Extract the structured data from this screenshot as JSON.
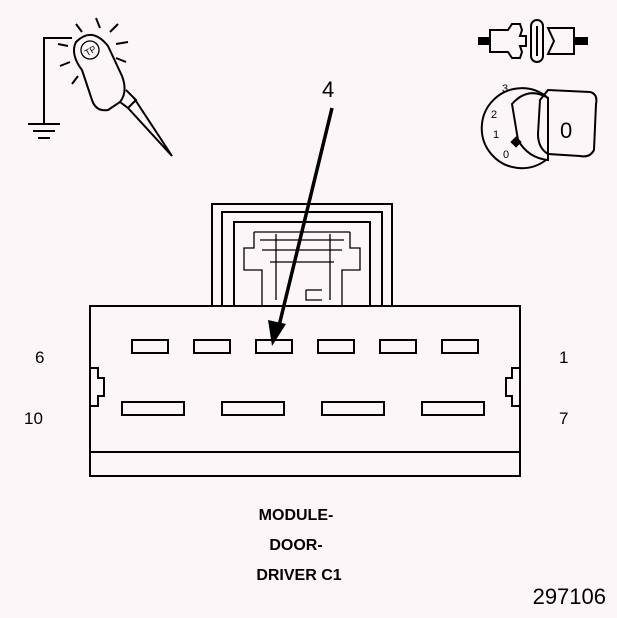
{
  "callout": {
    "pin": "4"
  },
  "pin_numbers": {
    "top_left": "6",
    "bottom_left": "10",
    "top_right": "1",
    "bottom_right": "7"
  },
  "connector": {
    "top_row_terminals": 6,
    "bottom_row_terminals": 4
  },
  "ignition": {
    "positions": [
      "3",
      "2",
      "1",
      "0"
    ],
    "key_label": "0"
  },
  "probe": {
    "symbol": "TP"
  },
  "caption": {
    "line1": "MODULE-",
    "line2": "DOOR-",
    "line3": "DRIVER C1"
  },
  "figure_id": "297106"
}
